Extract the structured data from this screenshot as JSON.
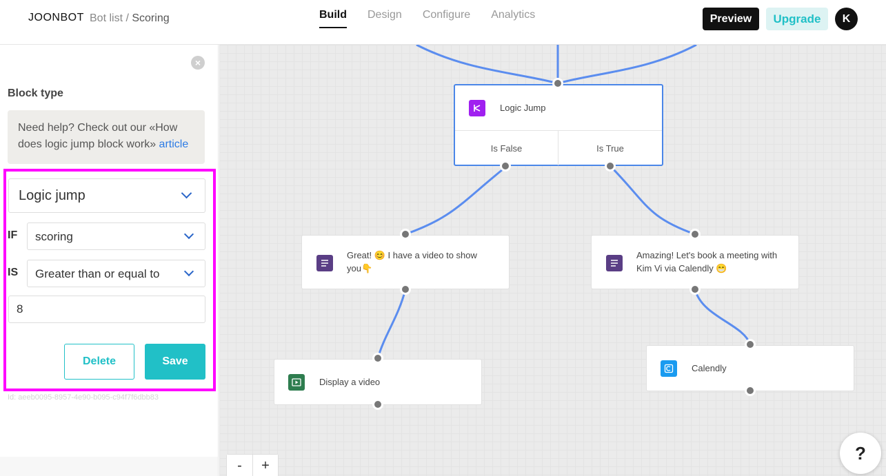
{
  "header": {
    "brand": "JOONBOT",
    "breadcrumb_link": "Bot list",
    "breadcrumb_sep": " / ",
    "breadcrumb_current": "Scoring",
    "tabs": [
      {
        "label": "Build",
        "active": true
      },
      {
        "label": "Design",
        "active": false
      },
      {
        "label": "Configure",
        "active": false
      },
      {
        "label": "Analytics",
        "active": false
      }
    ],
    "preview_label": "Preview",
    "upgrade_label": "Upgrade",
    "avatar_initial": "K"
  },
  "sidebar": {
    "block_type_heading": "Block type",
    "help_text": "Need help? Check out our «How does logic jump block work» ",
    "help_link": "article",
    "block_type_value": "Logic jump",
    "if_label": "IF",
    "if_value": "scoring",
    "is_label": "IS",
    "is_value": "Greater than or equal to",
    "compare_value": "8",
    "delete_label": "Delete",
    "save_label": "Save",
    "block_id": "Id: aeeb0095-8957-4e90-b095-c94f7f6dbb83",
    "highlight_color": "#ff00ff"
  },
  "canvas": {
    "logic_node": {
      "title": "Logic Jump",
      "false_label": "Is False",
      "true_label": "Is True",
      "icon": "logic-jump-icon",
      "icon_color": "#a020f0"
    },
    "false_message": {
      "text": "Great! 😊 I have a video to show you👇",
      "icon": "message-icon",
      "icon_color": "#5a3e85"
    },
    "true_message": {
      "text": "Amazing! Let's book a meeting with Kim Vi via Calendly 😁",
      "icon": "message-icon",
      "icon_color": "#5a3e85"
    },
    "video_node": {
      "text": "Display a video",
      "icon": "video-icon",
      "icon_color": "#2e7d4f"
    },
    "calendly_node": {
      "text": "Calendly",
      "icon": "calendly-icon",
      "icon_color": "#1a9bf0"
    },
    "wire_color": "#5b8def",
    "zoom_out": "-",
    "zoom_in": "+",
    "help_fab_glyph": "?"
  },
  "colors": {
    "accent": "#21c0c7",
    "dark": "#111111",
    "link": "#2c7be5"
  }
}
